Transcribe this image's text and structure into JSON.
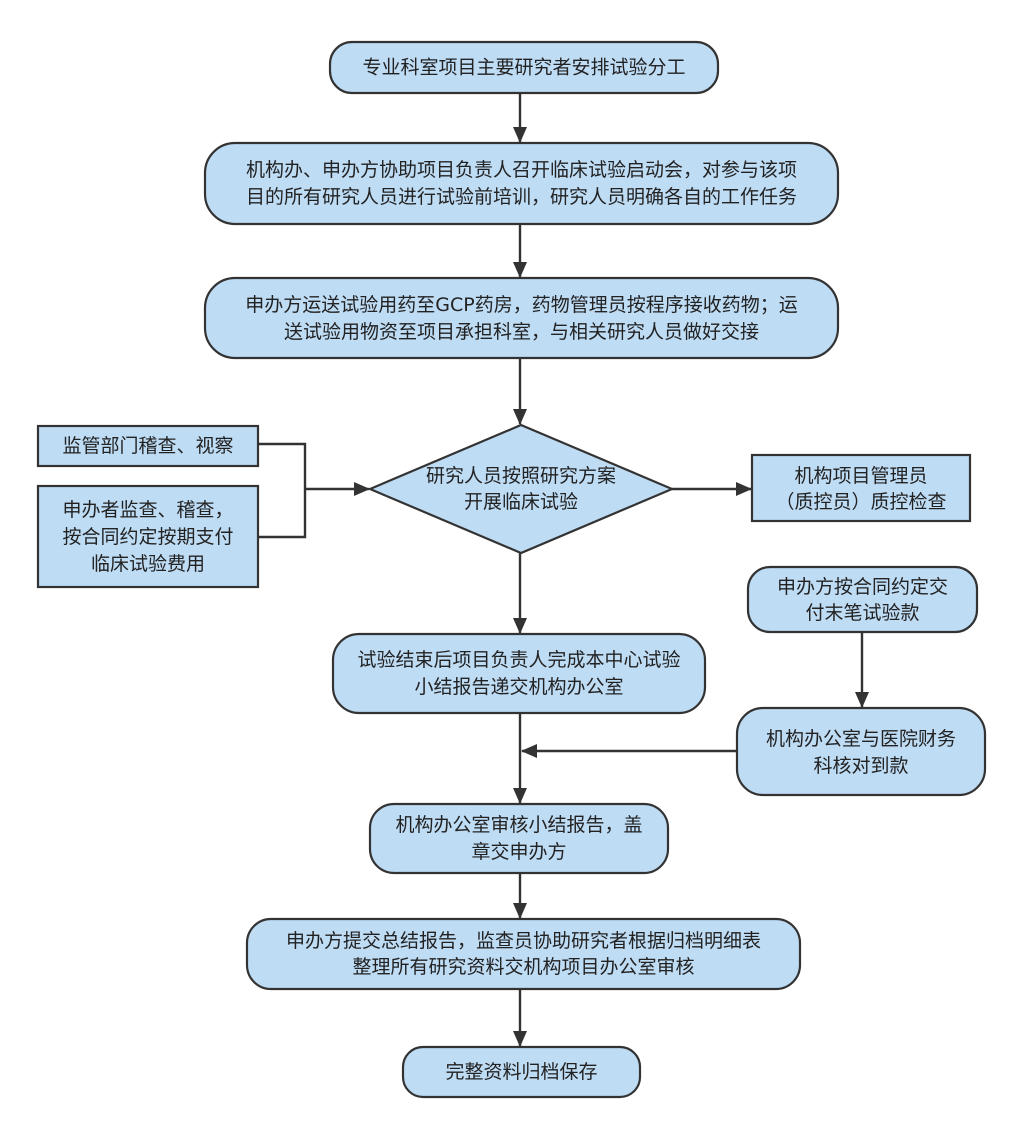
{
  "colors": {
    "node_fill": "#bfdcf5",
    "node_stroke": "#333333",
    "connector": "#333333",
    "text": "#222222"
  },
  "nodes": {
    "assign_division": {
      "lines": [
        "专业科室项目主要研究者安排试验分工"
      ]
    },
    "kickoff_meeting": {
      "lines": [
        "机构办、申办方协助项目负责人召开临床试验启动会，对参与该项",
        "目的所有研究人员进行试验前培训，研究人员明确各自的工作任务"
      ]
    },
    "drug_delivery": {
      "lines": [
        "申办方运送试验用药至GCP药房，药物管理员按程序接收药物；运",
        "送试验用物资至项目承担科室，与相关研究人员做好交接"
      ]
    },
    "conduct_trial": {
      "lines": [
        "研究人员按照研究方案",
        "开展临床试验"
      ]
    },
    "regulatory_inspection": {
      "lines": [
        "监管部门稽查、视察"
      ]
    },
    "sponsor_monitoring": {
      "lines": [
        "申办者监查、稽查，",
        "按合同约定按期支付",
        "临床试验费用"
      ]
    },
    "quality_control": {
      "lines": [
        "机构项目管理员",
        "（质控员）质控检查"
      ]
    },
    "final_payment": {
      "lines": [
        "申办方按合同约定交",
        "付末笔试验款"
      ]
    },
    "payment_reconciliation": {
      "lines": [
        "机构办公室与医院财务",
        "科核对到款"
      ]
    },
    "summary_report": {
      "lines": [
        "试验结束后项目负责人完成本中心试验",
        "小结报告递交机构办公室"
      ]
    },
    "review_and_seal": {
      "lines": [
        "机构办公室审核小结报告，盖",
        "章交申办方"
      ]
    },
    "final_report": {
      "lines": [
        "申办方提交总结报告，监查员协助研究者根据归档明细表",
        "整理所有研究资料交机构项目办公室审核"
      ]
    },
    "archive": {
      "lines": [
        "完整资料归档保存"
      ]
    }
  }
}
